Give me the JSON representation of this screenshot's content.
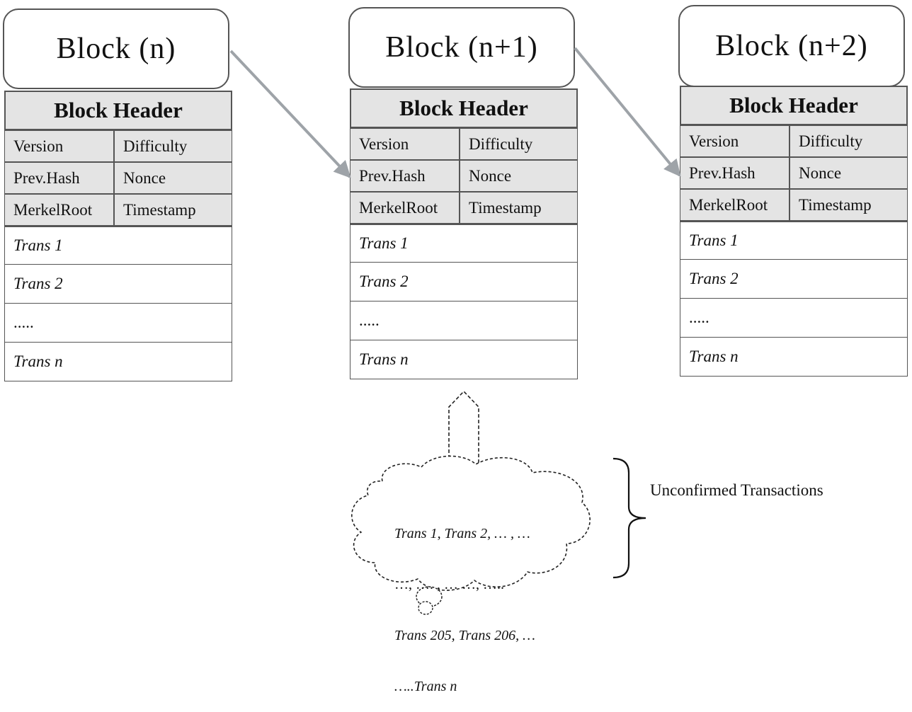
{
  "blocks": [
    {
      "title": "Block (n)",
      "header": "Block Header",
      "fields": [
        "Version",
        "Difficulty",
        "Prev.Hash",
        "Nonce",
        "MerkelRoot",
        "Timestamp"
      ],
      "transactions": [
        "Trans 1",
        "Trans 2",
        ".....",
        "Trans n"
      ]
    },
    {
      "title": "Block (n+1)",
      "header": "Block Header",
      "fields": [
        "Version",
        "Difficulty",
        "Prev.Hash",
        "Nonce",
        "MerkelRoot",
        "Timestamp"
      ],
      "transactions": [
        "Trans 1",
        "Trans 2",
        ".....",
        "Trans n"
      ]
    },
    {
      "title": "Block (n+2)",
      "header": "Block Header",
      "fields": [
        "Version",
        "Difficulty",
        "Prev.Hash",
        "Nonce",
        "MerkelRoot",
        "Timestamp"
      ],
      "transactions": [
        "Trans 1",
        "Trans 2",
        ".....",
        "Trans n"
      ]
    }
  ],
  "pool": {
    "lines": [
      "Trans 1, Trans 2, … , …",
      "…, …. , … …, …..",
      "Trans 205, Trans 206, …",
      "…..Trans n"
    ],
    "label": "Unconfirmed Transactions"
  },
  "colors": {
    "header_fill": "#e4e4e4",
    "border": "#555555",
    "link_arrow": "#9ea3a8"
  }
}
